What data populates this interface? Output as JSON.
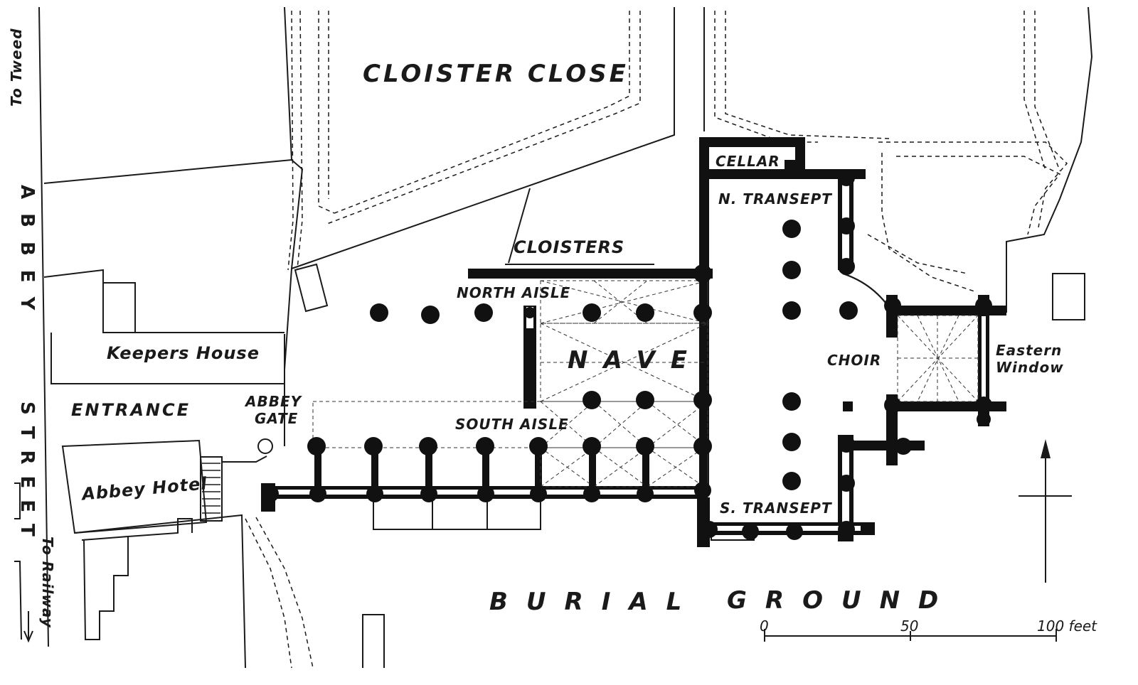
{
  "map": {
    "areas": {
      "cloister_close": "CLOISTER CLOSE",
      "cellar": "CELLAR",
      "n_transept": "N. TRANSEPT",
      "cloisters": "CLOISTERS",
      "north_aisle": "NORTH AISLE",
      "nave": "NAVE",
      "choir": "CHOIR",
      "eastern_window_1": "Eastern",
      "eastern_window_2": "Window",
      "south_aisle": "SOUTH AISLE",
      "s_transept": "S. TRANSEPT",
      "keepers_house": "Keepers House",
      "entrance": "ENTRANCE",
      "abbey_gate_1": "ABBEY",
      "abbey_gate_2": "GATE",
      "abbey_hotel": "Abbey Hotel",
      "burial_ground_1": "BURIAL",
      "burial_ground_2": "GROUND"
    },
    "streets": {
      "abbey": "ABBEY",
      "street": "STREET",
      "to_tweed": "To Tweed",
      "to_railway": "To Railway"
    },
    "scale": {
      "zero": "0",
      "fifty": "50",
      "hundred": "100 feet"
    },
    "compass": "north-arrow-icon"
  }
}
